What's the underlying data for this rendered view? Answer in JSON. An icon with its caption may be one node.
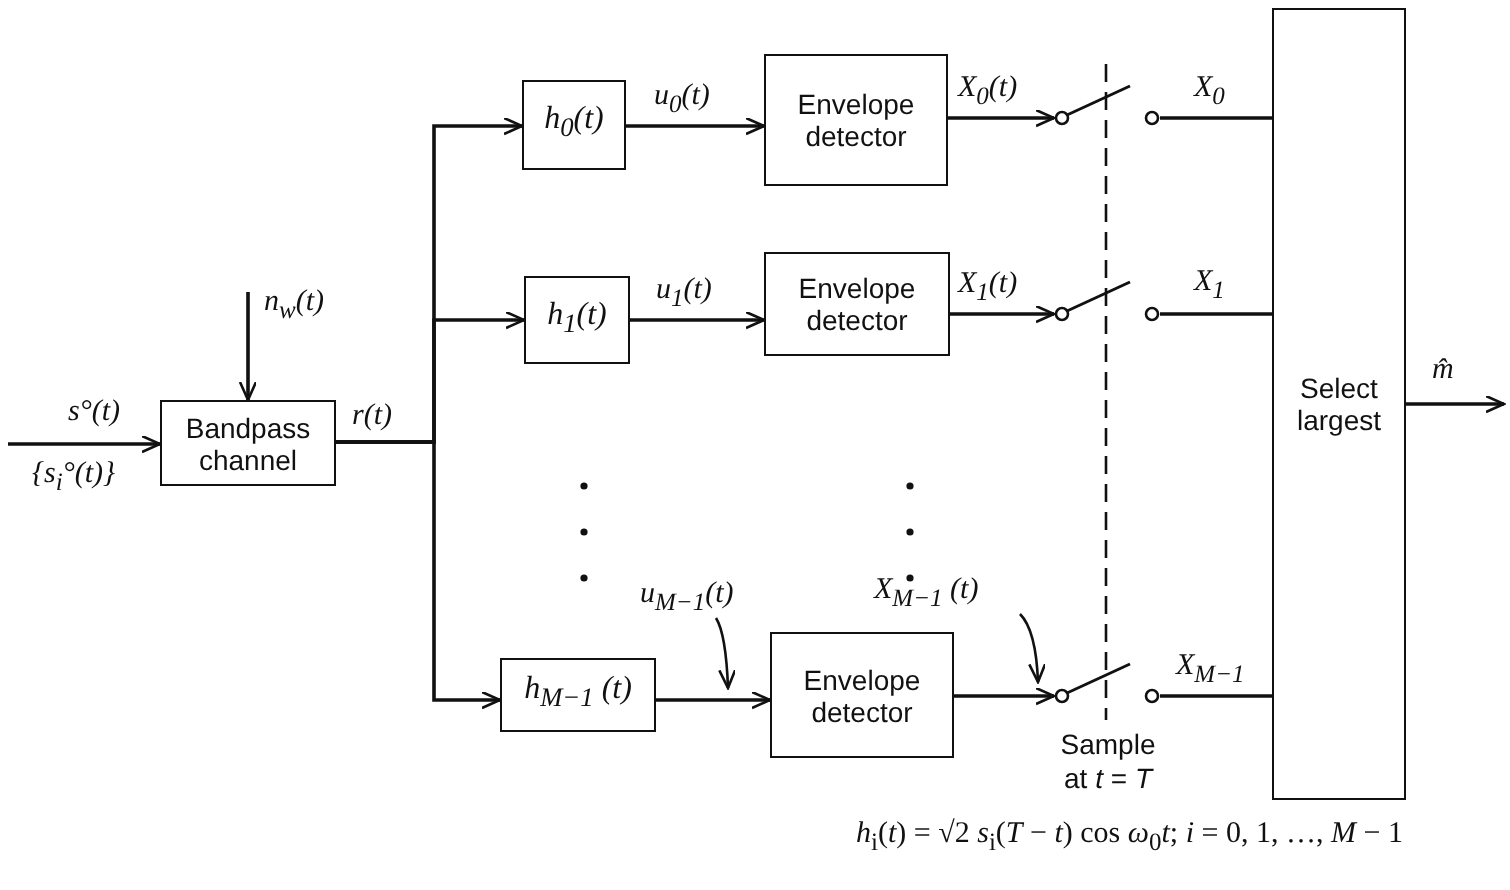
{
  "diagram": {
    "nodes": [
      {
        "text": [
          "Bandpass channel"
        ]
      },
      {
        "text": [
          "h$_{0}$(t)"
        ]
      },
      {
        "text": [
          "h$_{1}$(t)"
        ]
      },
      {
        "text": [
          "h$_{M−1}$ (t)"
        ]
      },
      {
        "text": [
          "Envelope detector"
        ]
      },
      {
        "text": [
          "Envelope detector"
        ]
      },
      {
        "text": [
          "Envelope detector"
        ]
      },
      {
        "text": [
          "Select largest"
        ]
      },
      {
        "text": [],
        "shape": "switch"
      },
      {
        "text": [],
        "shape": "switch"
      },
      {
        "text": [],
        "shape": "switch"
      }
    ],
    "edges": [
      {
        "from": null,
        "to": 0,
        "arrow": "to",
        "label": "s°(t)"
      },
      {
        "from": null,
        "to": 0,
        "arrow": "to",
        "label": "n$_{w}$(t)"
      },
      {
        "from": 0,
        "to": 1,
        "arrow": "to",
        "label": "r(t)"
      },
      {
        "from": 0,
        "to": 2,
        "arrow": "to"
      },
      {
        "from": 0,
        "to": 3,
        "arrow": "to"
      },
      {
        "from": 1,
        "to": 4,
        "arrow": "to",
        "label": "u$_{0}$(t)"
      },
      {
        "from": 2,
        "to": 5,
        "arrow": "to",
        "label": "u$_{1}$(t)"
      },
      {
        "from": 3,
        "to": 6,
        "arrow": "to",
        "label": "u$_{M−1}$(t)"
      },
      {
        "from": 4,
        "to": 8,
        "arrow": "to",
        "label": "X$_{0}$(t)"
      },
      {
        "from": 5,
        "to": 9,
        "arrow": "to",
        "label": "X$_{1}$(t)"
      },
      {
        "from": 6,
        "to": 10,
        "arrow": "to",
        "label": "X$_{M−1}$ (t)"
      },
      {
        "from": 8,
        "to": 7,
        "arrow": "none",
        "label": "X$_{0}$"
      },
      {
        "from": 9,
        "to": 7,
        "arrow": "none",
        "label": "X$_{1}$"
      },
      {
        "from": 10,
        "to": 7,
        "arrow": "none",
        "label": "X$_{M−1}$"
      },
      {
        "from": 7,
        "to": null,
        "arrow": "to",
        "label": "m̂"
      }
    ],
    "labels": [
      "{s$_{i}$°(t)}",
      "Sample at *t* = *T*",
      "*h*$_{i}$(*t*) = √2 *s*$_{i}$(*T* − *t*) cos *ω*$_{0}$*t*;   *i* = 0, 1, …, *M* − 1"
    ]
  }
}
